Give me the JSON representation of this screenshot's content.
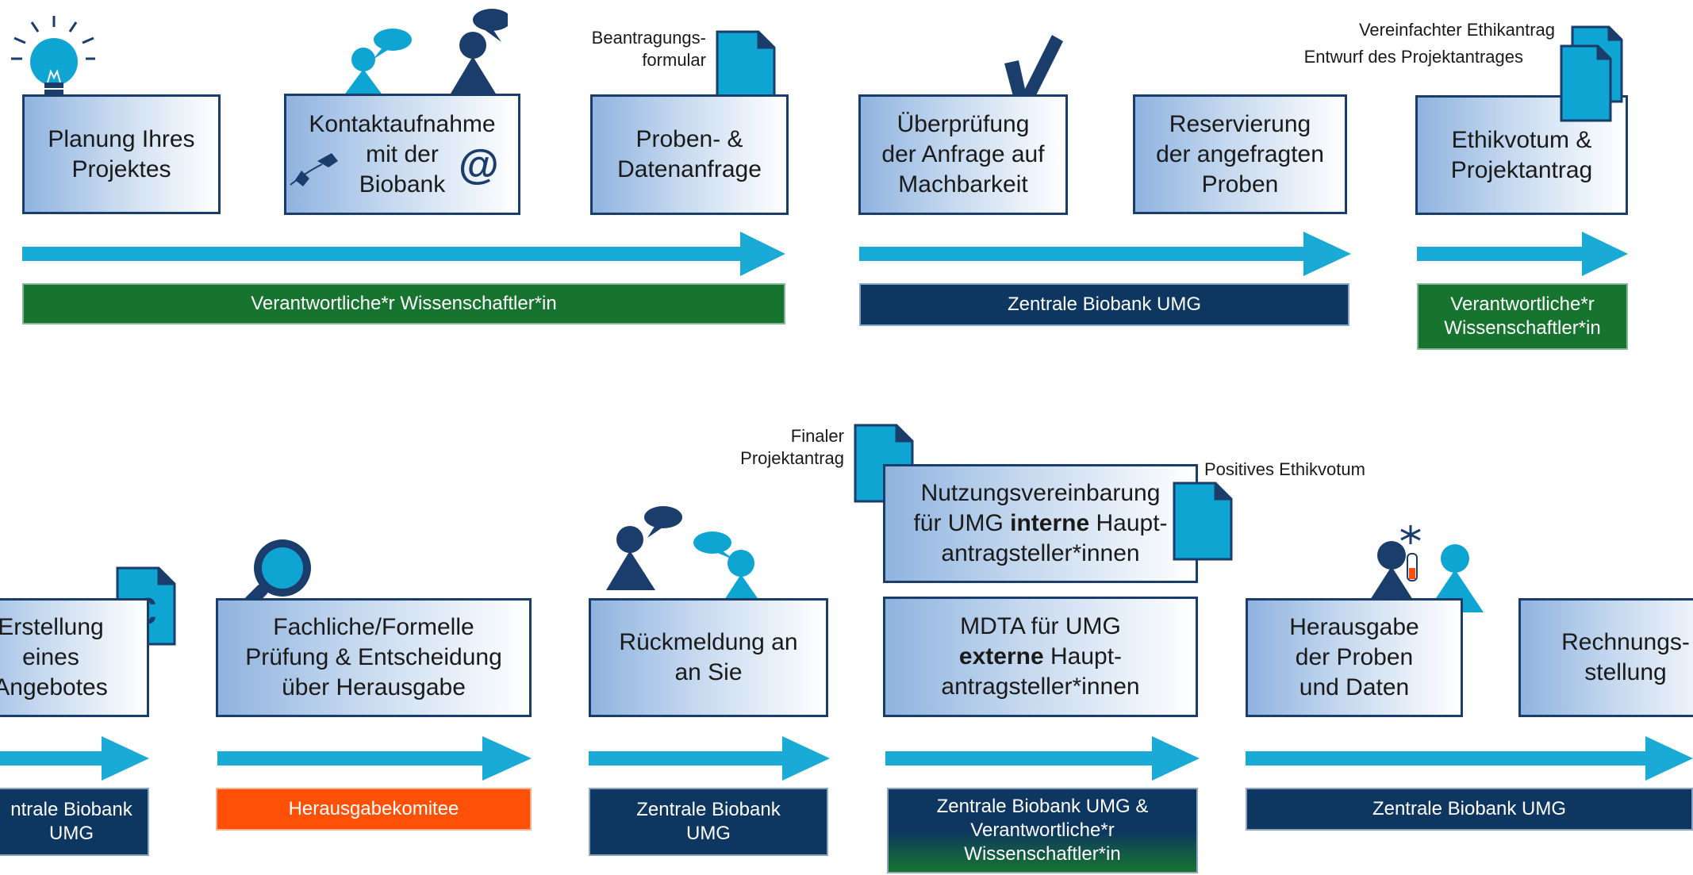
{
  "colors": {
    "box_border": "#1a3d6b",
    "box_gradient_start": "#8fb3df",
    "arrow": "#19aad6",
    "icon_cyan": "#0fa5d3",
    "icon_navy": "#1a3d6b",
    "bar_green": "#17742f",
    "bar_navy": "#0d3760",
    "bar_orange": "#ff5008"
  },
  "row1": {
    "steps": [
      {
        "text": "Planung Ihres\nProjektes",
        "icon": "lightbulb-icon"
      },
      {
        "text": "Kontaktaufnahme\nmit der\nBiobank",
        "icon": "people-chat-icon"
      },
      {
        "text": "Proben- &\nDatenanfrage",
        "icon": "document-icon"
      },
      {
        "text": "Überprüfung\nder Anfrage auf\nMachbarkeit",
        "icon": "checkmark-icon"
      },
      {
        "text": "Reservierung\nder angefragten\nProben",
        "icon": ""
      },
      {
        "text": "Ethikvotum &\nProjektantrag",
        "icon": "documents-icon"
      }
    ],
    "doc_labels": {
      "beantragung": "Beantragungs-\nformular",
      "ethik1": "Vereinfachter Ethikantrag",
      "ethik2": "Entwurf des Projektantrages"
    },
    "bars": [
      {
        "text": "Verantwortliche*r  Wissenschaftler*in"
      },
      {
        "text": "Zentrale Biobank UMG"
      },
      {
        "text": "Verantwortliche*r\nWissenschaftler*in"
      }
    ]
  },
  "row2": {
    "steps": [
      {
        "text": "Erstellung\neines\nAngebotes",
        "icon": "euro-document-icon"
      },
      {
        "text": "Fachliche/Formelle\nPrüfung & Entscheidung\nüber Herausgabe",
        "icon": "magnifier-icon"
      },
      {
        "text": "Rückmeldung an\nan Sie",
        "icon": "people-chat-icon"
      },
      {
        "part1": "Nutzungsvereinbarung\nfür UMG ",
        "bold": "interne",
        "part2": " Haupt-\nantragsteller*innen"
      },
      {
        "part1": "MDTA für UMG\n",
        "bold": "externe",
        "part2": " Haupt-\nantragsteller*innen"
      },
      {
        "text": "Herausgabe\nder Proben\nund Daten",
        "icon": "sample-handover-icon"
      },
      {
        "text": "Rechnungs-\nstellung",
        "icon": ""
      }
    ],
    "doc_labels": {
      "finaler": "Finaler\nProjektantrag",
      "positiv": "Positives Ethikvotum"
    },
    "bars": [
      {
        "text": "ntrale Biobank\nUMG"
      },
      {
        "text": "Herausgabekomitee"
      },
      {
        "text": "Zentrale Biobank\nUMG"
      },
      {
        "text": "Zentrale Biobank UMG &\nVerantwortliche*r\nWissenschaftler*in"
      },
      {
        "text": "Zentrale Biobank UMG"
      }
    ]
  }
}
